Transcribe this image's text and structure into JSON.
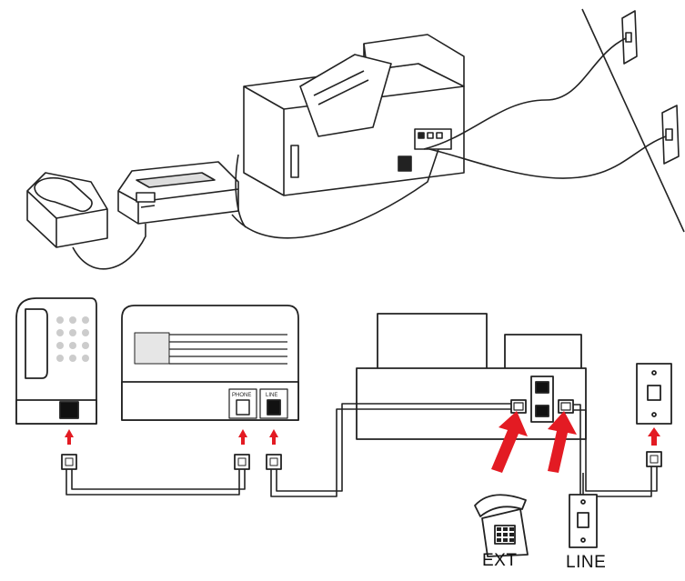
{
  "labels": {
    "ext": "EXT",
    "line": "LINE"
  },
  "port_labels": {
    "phone": "PHONE",
    "line": "LINE"
  },
  "icons": {
    "extension_phone": "desk-phone-keypad-icon",
    "wall_jack": "wall-jack-icon",
    "arrow": "red-arrow-icon",
    "plug": "rj11-plug-icon"
  },
  "colors": {
    "line": "#111111",
    "arrow_red": "#e31b23",
    "device_fill": "#ffffff",
    "device_shade": "#e9e9e9"
  }
}
